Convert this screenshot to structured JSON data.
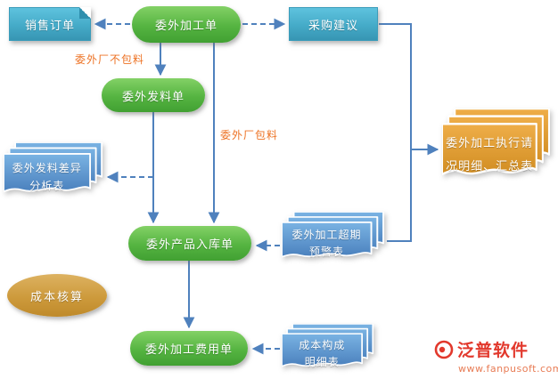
{
  "nodes": {
    "sales_order": {
      "label": "销售订单"
    },
    "outsourcing_order": {
      "label": "委外加工单"
    },
    "purchase_suggestion": {
      "label": "采购建议"
    },
    "material_issue_order": {
      "label": "委外发料单"
    },
    "issue_diff_report": {
      "line1": "委外发料差异",
      "line2": "分析表"
    },
    "product_inbound_order": {
      "label": "委外产品入库单"
    },
    "overdue_warning_report": {
      "line1": "委外加工超期",
      "line2": "预警表"
    },
    "execution_report": {
      "line1": "委外加工执行请",
      "line2": "况明细、汇总表"
    },
    "cost_accounting": {
      "label": "成本核算"
    },
    "processing_fee_order": {
      "label": "委外加工费用单"
    },
    "cost_composition_report": {
      "line1": "成本构成",
      "line2": "明细表"
    }
  },
  "edge_labels": {
    "no_material": "委外厂不包料",
    "with_material": "委外厂包料"
  },
  "branding": {
    "company": "泛普软件",
    "website": "www.fanpusoft.com"
  },
  "colors": {
    "green_node": "#55b441",
    "teal_node": "#45abc8",
    "blue_doc": "#5b9bd5",
    "orange_doc": "#dd9a30",
    "gold_ellipse": "#cd9a3c",
    "arrow": "#4f81bd",
    "edge_label_text": "#ed7224",
    "brand_red": "#e2382c"
  }
}
